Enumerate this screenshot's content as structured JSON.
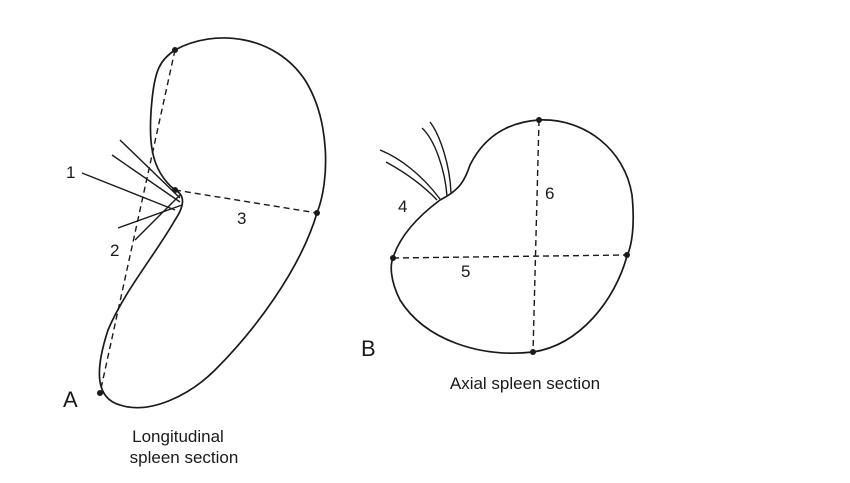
{
  "panels": {
    "a": {
      "letter": "A",
      "caption_lines": [
        "Longitudinal",
        "spleen section"
      ],
      "labels": [
        "1",
        "2",
        "3"
      ]
    },
    "b": {
      "letter": "B",
      "caption": "Axial spleen section",
      "labels": [
        "4",
        "5",
        "6"
      ]
    }
  }
}
